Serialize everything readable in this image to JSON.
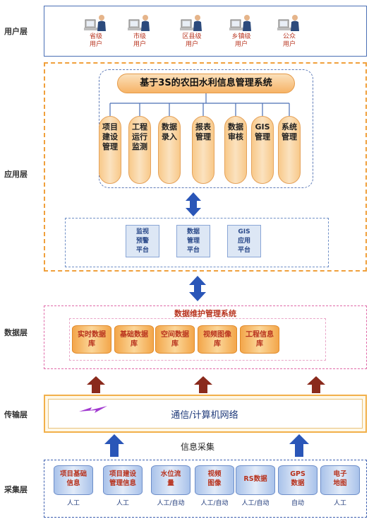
{
  "layers": {
    "user": "用户层",
    "app": "应用层",
    "data": "数据层",
    "transport": "传输层",
    "collect": "采集层"
  },
  "users": [
    {
      "line1": "省级",
      "line2": "用户"
    },
    {
      "line1": "市级",
      "line2": "用户"
    },
    {
      "line1": "区县级",
      "line2": "用户"
    },
    {
      "line1": "乡镇级",
      "line2": "用户"
    },
    {
      "line1": "公众",
      "line2": "用户"
    }
  ],
  "system": {
    "title": "基于3S的农田水利信息管理系统",
    "modules": [
      "项目建设管理",
      "工程运行监测",
      "数据录入",
      "报表管理",
      "数据审核",
      "GIS管理",
      "系统管理"
    ]
  },
  "platforms": [
    {
      "l1": "监视",
      "l2": "预警",
      "l3": "平台"
    },
    {
      "l1": "数据",
      "l2": "管理",
      "l3": "平台"
    },
    {
      "l1": "GIS",
      "l2": "应用",
      "l3": "平台"
    }
  ],
  "data_layer": {
    "title": "数据维护管理系统",
    "databases": [
      {
        "l1": "实时数据",
        "l2": "库"
      },
      {
        "l1": "基础数据",
        "l2": "库"
      },
      {
        "l1": "空间数据",
        "l2": "库"
      },
      {
        "l1": "视频图像",
        "l2": "库"
      },
      {
        "l1": "工程信息",
        "l2": "库"
      }
    ]
  },
  "transport": {
    "network": "通信/计算机网络"
  },
  "collection": {
    "title": "信息采集",
    "sources": [
      {
        "l1": "项目基础",
        "l2": "信息",
        "mode": "人工"
      },
      {
        "l1": "项目建设",
        "l2": "管理信息",
        "mode": "人工"
      },
      {
        "l1": "水位流",
        "l2": "量",
        "mode": "人工/自动"
      },
      {
        "l1": "视频",
        "l2": "图像",
        "mode": "人工/自动"
      },
      {
        "l1": "RS数据",
        "l2": "",
        "mode": "人工/自动"
      },
      {
        "l1": "GPS",
        "l2": "数据",
        "mode": "自动"
      },
      {
        "l1": "电子",
        "l2": "地图",
        "mode": "人工"
      }
    ]
  },
  "colors": {
    "arrow_blue": "#2a56b8",
    "arrow_red": "#8a2a1c",
    "label_red": "#b8331e"
  }
}
